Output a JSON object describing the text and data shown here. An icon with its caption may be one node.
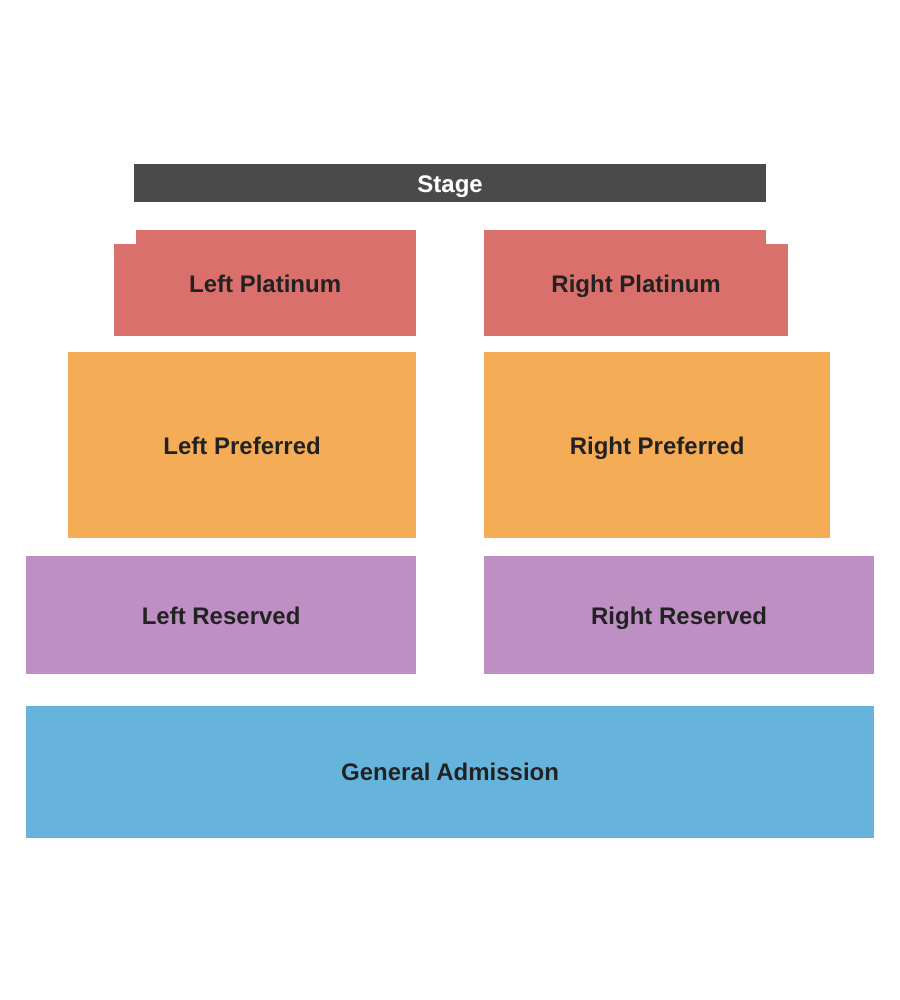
{
  "diagram": {
    "nodes": [
      {
        "text": [
          "Stage"
        ]
      },
      {
        "text": [
          "Left Platinum"
        ]
      },
      {
        "text": [
          "Right Platinum"
        ]
      },
      {
        "text": [
          "Left Preferred"
        ]
      },
      {
        "text": [
          "Right Preferred"
        ]
      },
      {
        "text": [
          "Left Reserved"
        ]
      },
      {
        "text": [
          "Right Reserved"
        ]
      },
      {
        "text": [
          "General Admission"
        ]
      }
    ]
  }
}
